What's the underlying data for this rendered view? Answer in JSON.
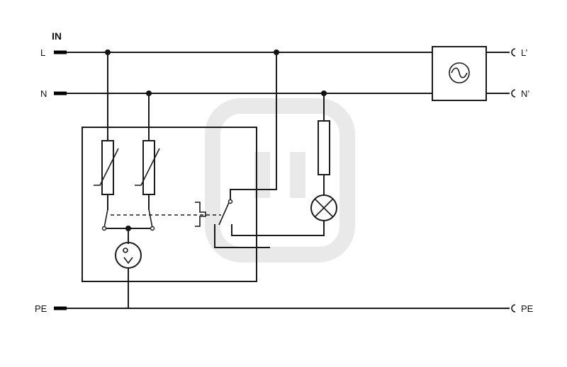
{
  "diagram": {
    "input_label": "IN",
    "in_terminals": {
      "l": "L",
      "n": "N",
      "pe": "PE"
    },
    "out_terminals": {
      "l": "L’",
      "n": "N’",
      "pe": "PE"
    }
  }
}
